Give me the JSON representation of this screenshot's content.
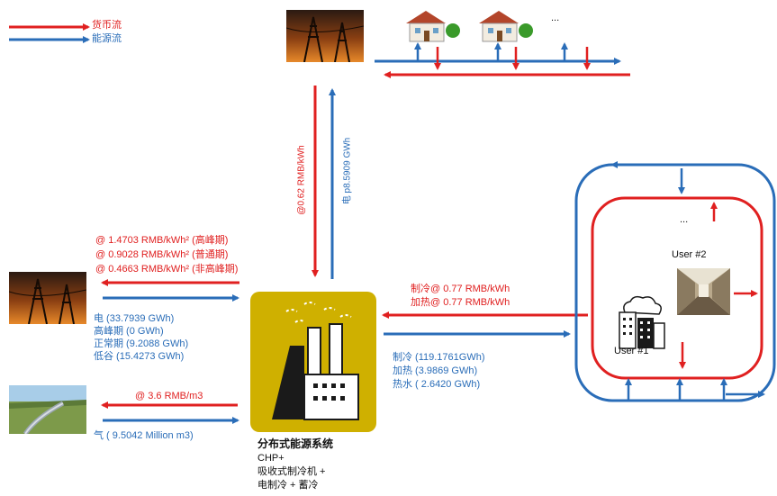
{
  "legend": {
    "money_flow": "货币流",
    "energy_flow": "能源流"
  },
  "houses": {
    "ellipsis": "..."
  },
  "grid_link": {
    "price": "@0.62 RMB/kWh",
    "energy": "电 p8.5909 GWh"
  },
  "left_prices": {
    "peak": "@ 1.4703 RMB/kWh² (高峰期)",
    "normal": "@ 0.9028 RMB/kWh² (普通期)",
    "valley": "@ 0.4663 RMB/kWh² (非高峰期)"
  },
  "left_energy": {
    "total": "电 (33.7939 GWh)",
    "peak": "高峰期  (0 GWh)",
    "normal": "正常期 (9.2088 GWh)",
    "valley": "低谷 (15.4273 GWh)"
  },
  "gas": {
    "price": "@ 3.6 RMB/m3",
    "volume": "气 ( 9.5042 Million m3)"
  },
  "user_prices": {
    "cooling": "制冷@ 0.77 RMB/kWh",
    "heating": "加热@  0.77 RMB/kWh"
  },
  "user_energy": {
    "cooling": "制冷 (119.1761GWh)",
    "heating": "加热   (3.9869 GWh)",
    "hotwater": "热水  ( 2.6420 GWh)"
  },
  "users": {
    "ellipsis": "...",
    "user2": "User #2",
    "user1": "User #1"
  },
  "system": {
    "title": "分布式能源系统",
    "line1": "CHP+",
    "line2": "吸收式制冷机 +",
    "line3": "电制冷 + 蓄冷"
  },
  "colors": {
    "money": "#e02020",
    "energy": "#2a6db8",
    "factory_bg": "#cfb000"
  }
}
